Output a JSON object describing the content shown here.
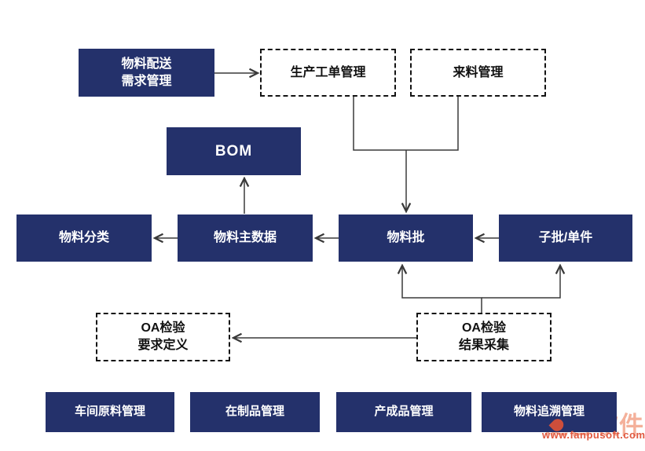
{
  "nodes": {
    "material_dispatch": {
      "label": "物料配送\n需求管理"
    },
    "production_order": {
      "label": "生产工单管理"
    },
    "incoming_material": {
      "label": "来料管理"
    },
    "bom": {
      "label": "BOM"
    },
    "material_category": {
      "label": "物料分类"
    },
    "material_master": {
      "label": "物料主数据"
    },
    "material_batch": {
      "label": "物料批"
    },
    "sub_batch_unit": {
      "label": "子批/单件"
    },
    "oa_inspection_requirement": {
      "label": "OA检验\n要求定义"
    },
    "oa_inspection_result": {
      "label": "OA检验\n结果采集"
    },
    "workshop_raw_material": {
      "label": "车间原料管理"
    },
    "work_in_progress": {
      "label": "在制品管理"
    },
    "finished_product": {
      "label": "产成品管理"
    },
    "material_traceability": {
      "label": "物料追溯管理"
    }
  },
  "edges": [
    {
      "from": "material_dispatch",
      "to": "production_order"
    },
    {
      "from": "production_order",
      "to": "material_batch"
    },
    {
      "from": "incoming_material",
      "to": "material_batch"
    },
    {
      "from": "material_master",
      "to": "bom"
    },
    {
      "from": "material_master",
      "to": "material_category"
    },
    {
      "from": "material_batch",
      "to": "material_master"
    },
    {
      "from": "sub_batch_unit",
      "to": "material_batch"
    },
    {
      "from": "oa_inspection_result",
      "to": "material_batch"
    },
    {
      "from": "oa_inspection_result",
      "to": "sub_batch_unit"
    },
    {
      "from": "oa_inspection_result",
      "to": "oa_inspection_requirement"
    }
  ],
  "colors": {
    "node_fill": "#24316B",
    "node_text": "#FFFFFF",
    "dashed_border": "#141414",
    "connector_line": "#3A3A3A",
    "watermark_logo": "#F09678",
    "watermark_url": "#E0583F"
  },
  "watermark": {
    "logo": "泛普软件",
    "url": "www.fanpusoft.com"
  }
}
